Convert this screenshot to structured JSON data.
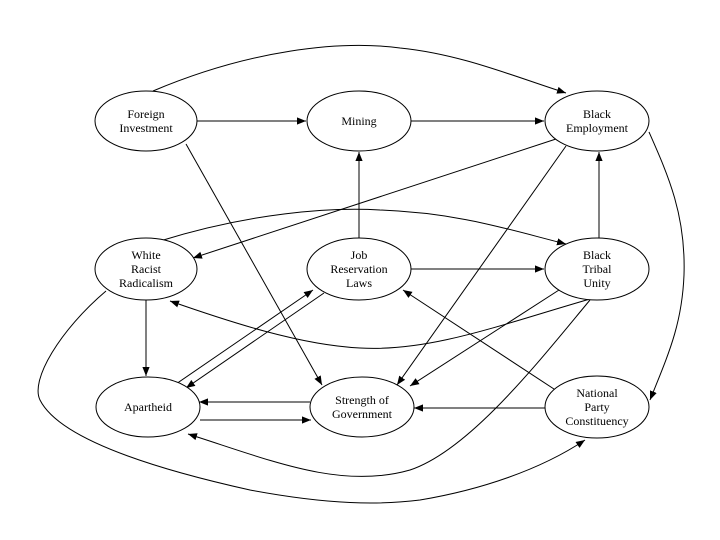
{
  "diagram": {
    "title": "",
    "colors": {
      "line": "#000000",
      "node_fill": "#ffffff",
      "background": "#ffffff"
    },
    "nodes": [
      {
        "id": "foreign_investment",
        "lines": [
          "Foreign",
          "Investment"
        ]
      },
      {
        "id": "mining",
        "lines": [
          "Mining"
        ]
      },
      {
        "id": "black_employment",
        "lines": [
          "Black",
          "Employment"
        ]
      },
      {
        "id": "white_racist_radicalism",
        "lines": [
          "White",
          "Racist",
          "Radicalism"
        ]
      },
      {
        "id": "job_reservation_laws",
        "lines": [
          "Job",
          "Reservation",
          "Laws"
        ]
      },
      {
        "id": "black_tribal_unity",
        "lines": [
          "Black",
          "Tribal",
          "Unity"
        ]
      },
      {
        "id": "apartheid",
        "lines": [
          "Apartheid"
        ]
      },
      {
        "id": "strength_of_government",
        "lines": [
          "Strength of",
          "Government"
        ]
      },
      {
        "id": "national_party_constituency",
        "lines": [
          "National",
          "Party",
          "Constituency"
        ]
      }
    ],
    "edges": [
      {
        "from": "foreign_investment",
        "to": "mining"
      },
      {
        "from": "mining",
        "to": "black_employment"
      },
      {
        "from": "foreign_investment",
        "to": "black_employment"
      },
      {
        "from": "foreign_investment",
        "to": "strength_of_government"
      },
      {
        "from": "black_employment",
        "to": "white_racist_radicalism"
      },
      {
        "from": "black_employment",
        "to": "strength_of_government"
      },
      {
        "from": "black_employment",
        "to": "national_party_constituency"
      },
      {
        "from": "job_reservation_laws",
        "to": "mining"
      },
      {
        "from": "job_reservation_laws",
        "to": "black_tribal_unity"
      },
      {
        "from": "black_tribal_unity",
        "to": "black_employment"
      },
      {
        "from": "white_racist_radicalism",
        "to": "black_tribal_unity"
      },
      {
        "from": "black_tribal_unity",
        "to": "white_racist_radicalism"
      },
      {
        "from": "black_tribal_unity",
        "to": "strength_of_government"
      },
      {
        "from": "black_tribal_unity",
        "to": "apartheid"
      },
      {
        "from": "white_racist_radicalism",
        "to": "apartheid"
      },
      {
        "from": "apartheid",
        "to": "job_reservation_laws"
      },
      {
        "from": "job_reservation_laws",
        "to": "apartheid"
      },
      {
        "from": "strength_of_government",
        "to": "apartheid"
      },
      {
        "from": "apartheid",
        "to": "strength_of_government"
      },
      {
        "from": "national_party_constituency",
        "to": "strength_of_government"
      },
      {
        "from": "national_party_constituency",
        "to": "job_reservation_laws"
      },
      {
        "from": "white_racist_radicalism",
        "to": "national_party_constituency"
      }
    ]
  }
}
